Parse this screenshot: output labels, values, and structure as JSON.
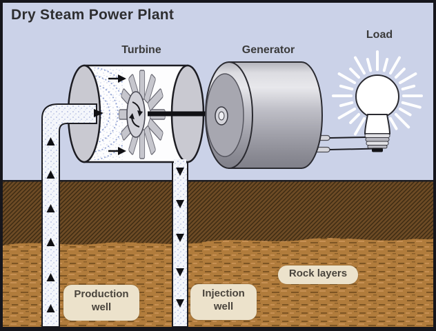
{
  "title": "Dry Steam Power Plant",
  "component_labels": {
    "turbine": "Turbine",
    "generator": "Generator",
    "load": "Load"
  },
  "ground_labels": {
    "production_well": "Production well",
    "injection_well": "Injection well",
    "rock_layers": "Rock layers"
  },
  "colors": {
    "background_sky": "#cbd2e8",
    "frame_border": "#16161c",
    "soil_upper": "#6d4b25",
    "soil_upper_hatch": "#3c2a12",
    "soil_lower": "#b17c3c",
    "soil_lower_dash": "#7d5524",
    "label_background": "#ece2cb",
    "label_text": "#49443c",
    "steam_dots": "#92a3d4",
    "pipe_fill": "#f4f6fb",
    "metal_gray": "#b9b9c1",
    "bulb_rays": "#ffffff"
  }
}
